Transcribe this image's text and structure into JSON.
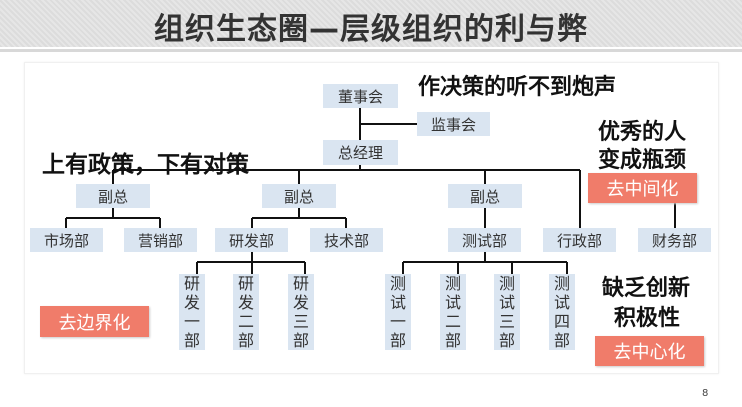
{
  "title": "组织生态圈—层级组织的利与弊",
  "org": {
    "board": "董事会",
    "supervisors": "监事会",
    "gm": "总经理",
    "vp1": "副总",
    "vp2": "副总",
    "vp3": "副总",
    "market": "市场部",
    "sales": "营销部",
    "rd": "研发部",
    "tech": "技术部",
    "test": "测试部",
    "admin": "行政部",
    "finance": "财务部",
    "rd_subs": [
      [
        "研",
        "发",
        "一",
        "部"
      ],
      [
        "研",
        "发",
        "二",
        "部"
      ],
      [
        "研",
        "发",
        "三",
        "部"
      ]
    ],
    "test_subs": [
      [
        "测",
        "试",
        "一",
        "部"
      ],
      [
        "测",
        "试",
        "二",
        "部"
      ],
      [
        "测",
        "试",
        "三",
        "部"
      ],
      [
        "测",
        "试",
        "四",
        "部"
      ]
    ]
  },
  "notes": {
    "decision": "作决策的听不到炮声",
    "talent_1": "优秀的人",
    "talent_2": "变成瓶颈",
    "policy": "上有政策，下有对策",
    "innovation_1": "缺乏创新",
    "innovation_2": "积极性"
  },
  "tags": {
    "de_intermediate": "去中间化",
    "de_boundary": "去边界化",
    "de_center": "去中心化"
  },
  "page_number": "8",
  "colors": {
    "box": "#dae5f1",
    "tag": "#f07c6a"
  }
}
